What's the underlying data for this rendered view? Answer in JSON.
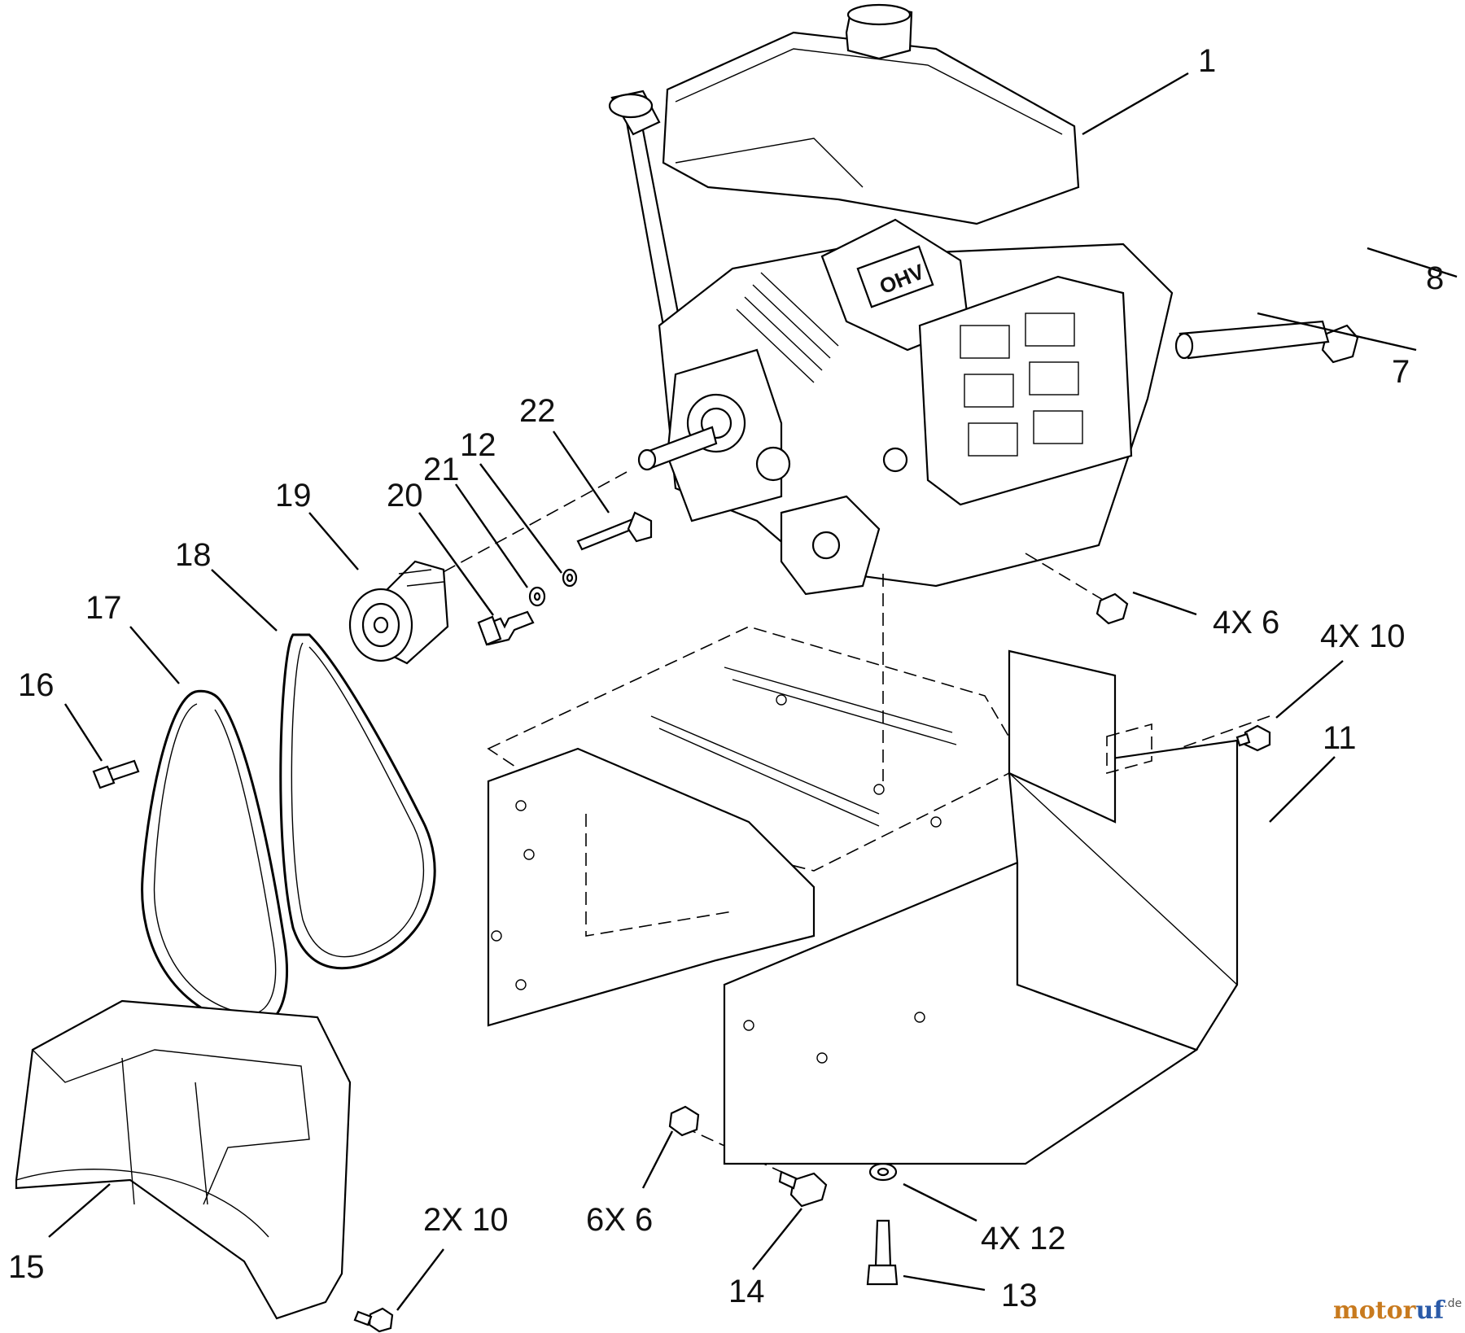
{
  "callouts": {
    "c1": "1",
    "c7": "7",
    "c8": "8",
    "c4x6": "4X 6",
    "c4x10": "4X 10",
    "c11": "11",
    "c22": "22",
    "c12": "12",
    "c21": "21",
    "c20": "20",
    "c19": "19",
    "c18": "18",
    "c17": "17",
    "c16": "16",
    "c15": "15",
    "c2x10": "2X 10",
    "c6x6": "6X 6",
    "c14": "14",
    "c4x12": "4X 12",
    "c13": "13"
  },
  "engine": {
    "badge_text": "OHV"
  },
  "watermark": {
    "part1": "motor",
    "part2": "uf",
    "suffix": ".de"
  }
}
